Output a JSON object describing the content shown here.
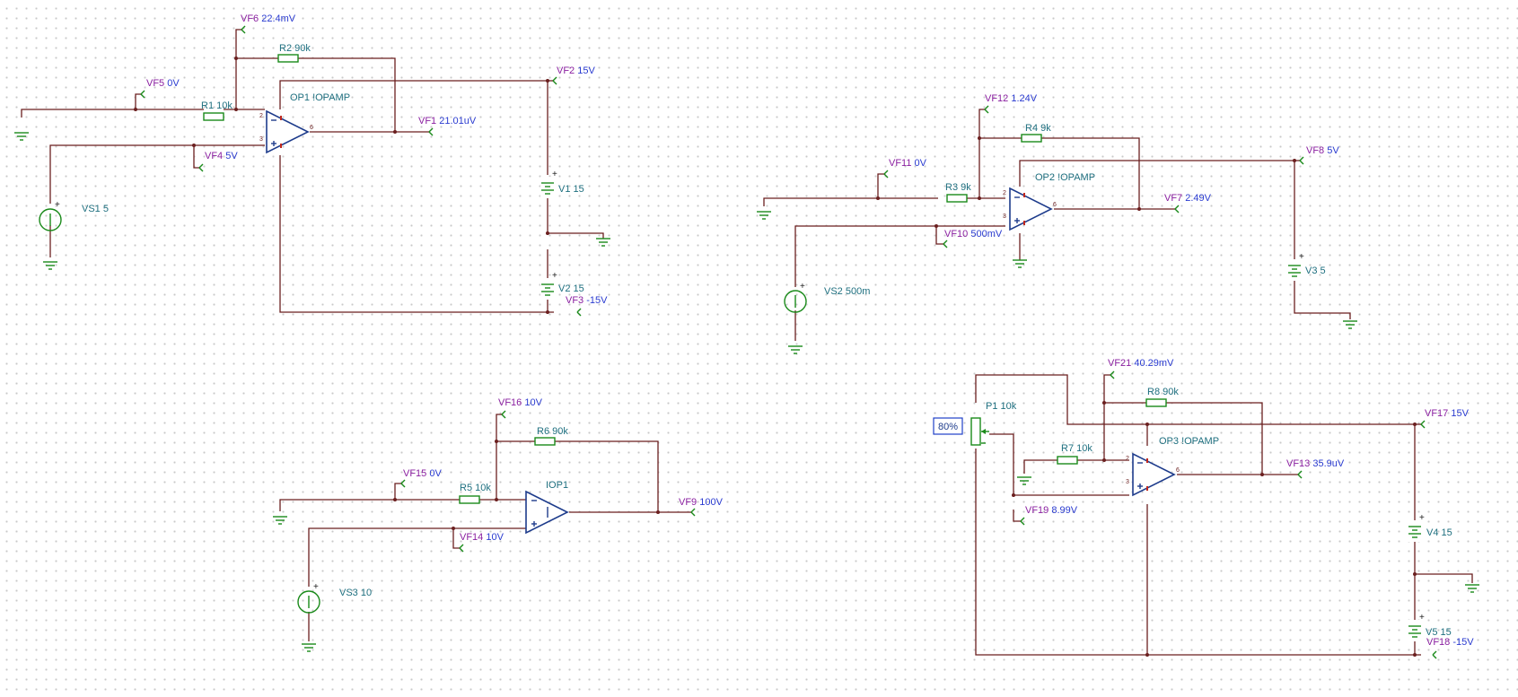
{
  "colors": {
    "wire": "#6b1f1f",
    "component": "#1a8a1a",
    "opamp": "#1e3c8c",
    "component_label": "#1e6f7f",
    "probe_label": "#8a1fa0",
    "probe_value": "#2a3bd0"
  },
  "resistors": [
    {
      "id": "R1",
      "value": "10k"
    },
    {
      "id": "R2",
      "value": "90k"
    },
    {
      "id": "R3",
      "value": "9k"
    },
    {
      "id": "R4",
      "value": "9k"
    },
    {
      "id": "R5",
      "value": "10k"
    },
    {
      "id": "R6",
      "value": "90k"
    },
    {
      "id": "R7",
      "value": "10k"
    },
    {
      "id": "R8",
      "value": "90k"
    }
  ],
  "opamps": [
    {
      "id": "OP1",
      "label": "OP1 !OPAMP",
      "pins": [
        "2",
        "3",
        "6"
      ]
    },
    {
      "id": "OP2",
      "label": "OP2 !OPAMP",
      "pins": [
        "2",
        "3",
        "6"
      ]
    },
    {
      "id": "IOP1",
      "label": "IOP1",
      "pins": []
    },
    {
      "id": "OP3",
      "label": "OP3 !OPAMP",
      "pins": [
        "2",
        "3",
        "6"
      ]
    }
  ],
  "sources": [
    {
      "id": "VS1",
      "label": "VS1 5"
    },
    {
      "id": "VS2",
      "label": "VS2 500m"
    },
    {
      "id": "VS3",
      "label": "VS3 10"
    }
  ],
  "batteries": [
    {
      "id": "V1",
      "label": "V1 15"
    },
    {
      "id": "V2",
      "label": "V2 15"
    },
    {
      "id": "V3",
      "label": "V3 5"
    },
    {
      "id": "V4",
      "label": "V4 15"
    },
    {
      "id": "V5",
      "label": "V5 15"
    }
  ],
  "potentiometer": {
    "id": "P1",
    "label": "P1 10k",
    "setting": "80%"
  },
  "probes": [
    {
      "id": "VF1",
      "value": "21.01uV"
    },
    {
      "id": "VF2",
      "value": "15V"
    },
    {
      "id": "VF3",
      "value": "-15V"
    },
    {
      "id": "VF4",
      "value": "5V"
    },
    {
      "id": "VF5",
      "value": "0V"
    },
    {
      "id": "VF6",
      "value": "22.4mV"
    },
    {
      "id": "VF7",
      "value": "2.49V"
    },
    {
      "id": "VF8",
      "value": "5V"
    },
    {
      "id": "VF9",
      "value": "100V"
    },
    {
      "id": "VF10",
      "value": "500mV"
    },
    {
      "id": "VF11",
      "value": "0V"
    },
    {
      "id": "VF12",
      "value": "1.24V"
    },
    {
      "id": "VF13",
      "value": "35.9uV"
    },
    {
      "id": "VF14",
      "value": "10V"
    },
    {
      "id": "VF15",
      "value": "0V"
    },
    {
      "id": "VF16",
      "value": "10V"
    },
    {
      "id": "VF17",
      "value": "15V"
    },
    {
      "id": "VF18",
      "value": "-15V"
    },
    {
      "id": "VF19",
      "value": "8.99V"
    },
    {
      "id": "VF21",
      "value": "40.29mV"
    }
  ]
}
